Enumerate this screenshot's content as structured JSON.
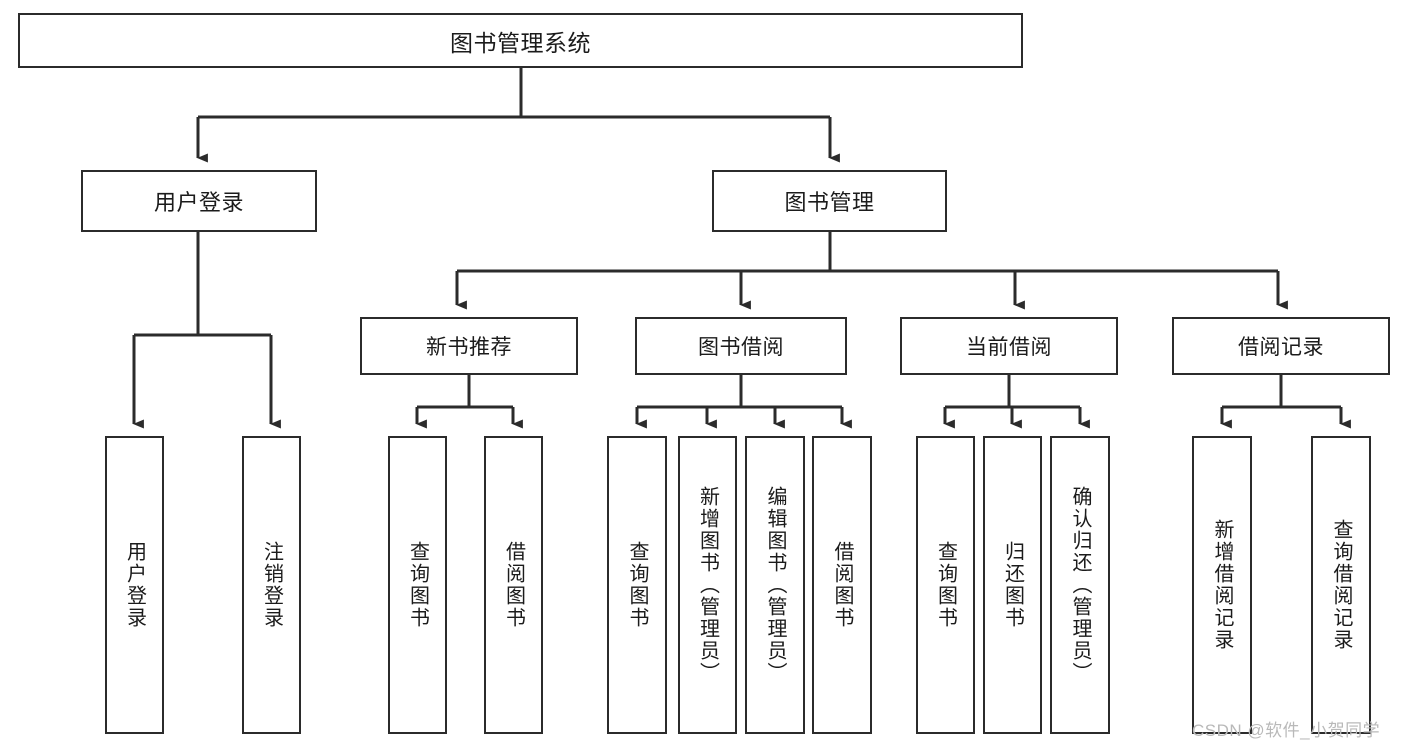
{
  "diagram": {
    "title": "图书管理系统",
    "type": "tree-hierarchy",
    "colors": {
      "box_border": "#2b2b2b",
      "box_fill": "#ffffff",
      "connector": "#2b2b2b",
      "text": "#1b1b1b",
      "watermark": "#b9b9b9"
    },
    "root": {
      "label": "图书管理系统"
    },
    "branches": [
      {
        "id": "user-login",
        "label": "用户登录"
      },
      {
        "id": "book-management",
        "label": "图书管理"
      }
    ],
    "subbranches": [
      {
        "id": "new-book-recommend",
        "label": "新书推荐"
      },
      {
        "id": "book-borrow",
        "label": "图书借阅"
      },
      {
        "id": "current-borrow",
        "label": "当前借阅"
      },
      {
        "id": "borrow-record",
        "label": "借阅记录"
      }
    ],
    "leaves": {
      "user_login": [
        {
          "id": "leaf-user-login",
          "label": "用户登录"
        },
        {
          "id": "leaf-logout-login",
          "label": "注销登录"
        }
      ],
      "new_book_recommend": [
        {
          "id": "leaf-query-book-1",
          "label": "查询图书"
        },
        {
          "id": "leaf-borrow-book-1",
          "label": "借阅图书"
        }
      ],
      "book_borrow": [
        {
          "id": "leaf-query-book-2",
          "label": "查询图书"
        },
        {
          "id": "leaf-add-book",
          "label": "新增图书（管理员）"
        },
        {
          "id": "leaf-edit-book",
          "label": "编辑图书（管理员）"
        },
        {
          "id": "leaf-borrow-book-2",
          "label": "借阅图书"
        }
      ],
      "current_borrow": [
        {
          "id": "leaf-query-book-3",
          "label": "查询图书"
        },
        {
          "id": "leaf-return-book",
          "label": "归还图书"
        },
        {
          "id": "leaf-confirm-return",
          "label": "确认归还（管理员）"
        }
      ],
      "borrow_record": [
        {
          "id": "leaf-add-borrow-record",
          "label": "新增借阅记录"
        },
        {
          "id": "leaf-query-borrow-record",
          "label": "查询借阅记录"
        }
      ]
    }
  },
  "watermark": {
    "text": "CSDN @软件_小贺同学"
  }
}
